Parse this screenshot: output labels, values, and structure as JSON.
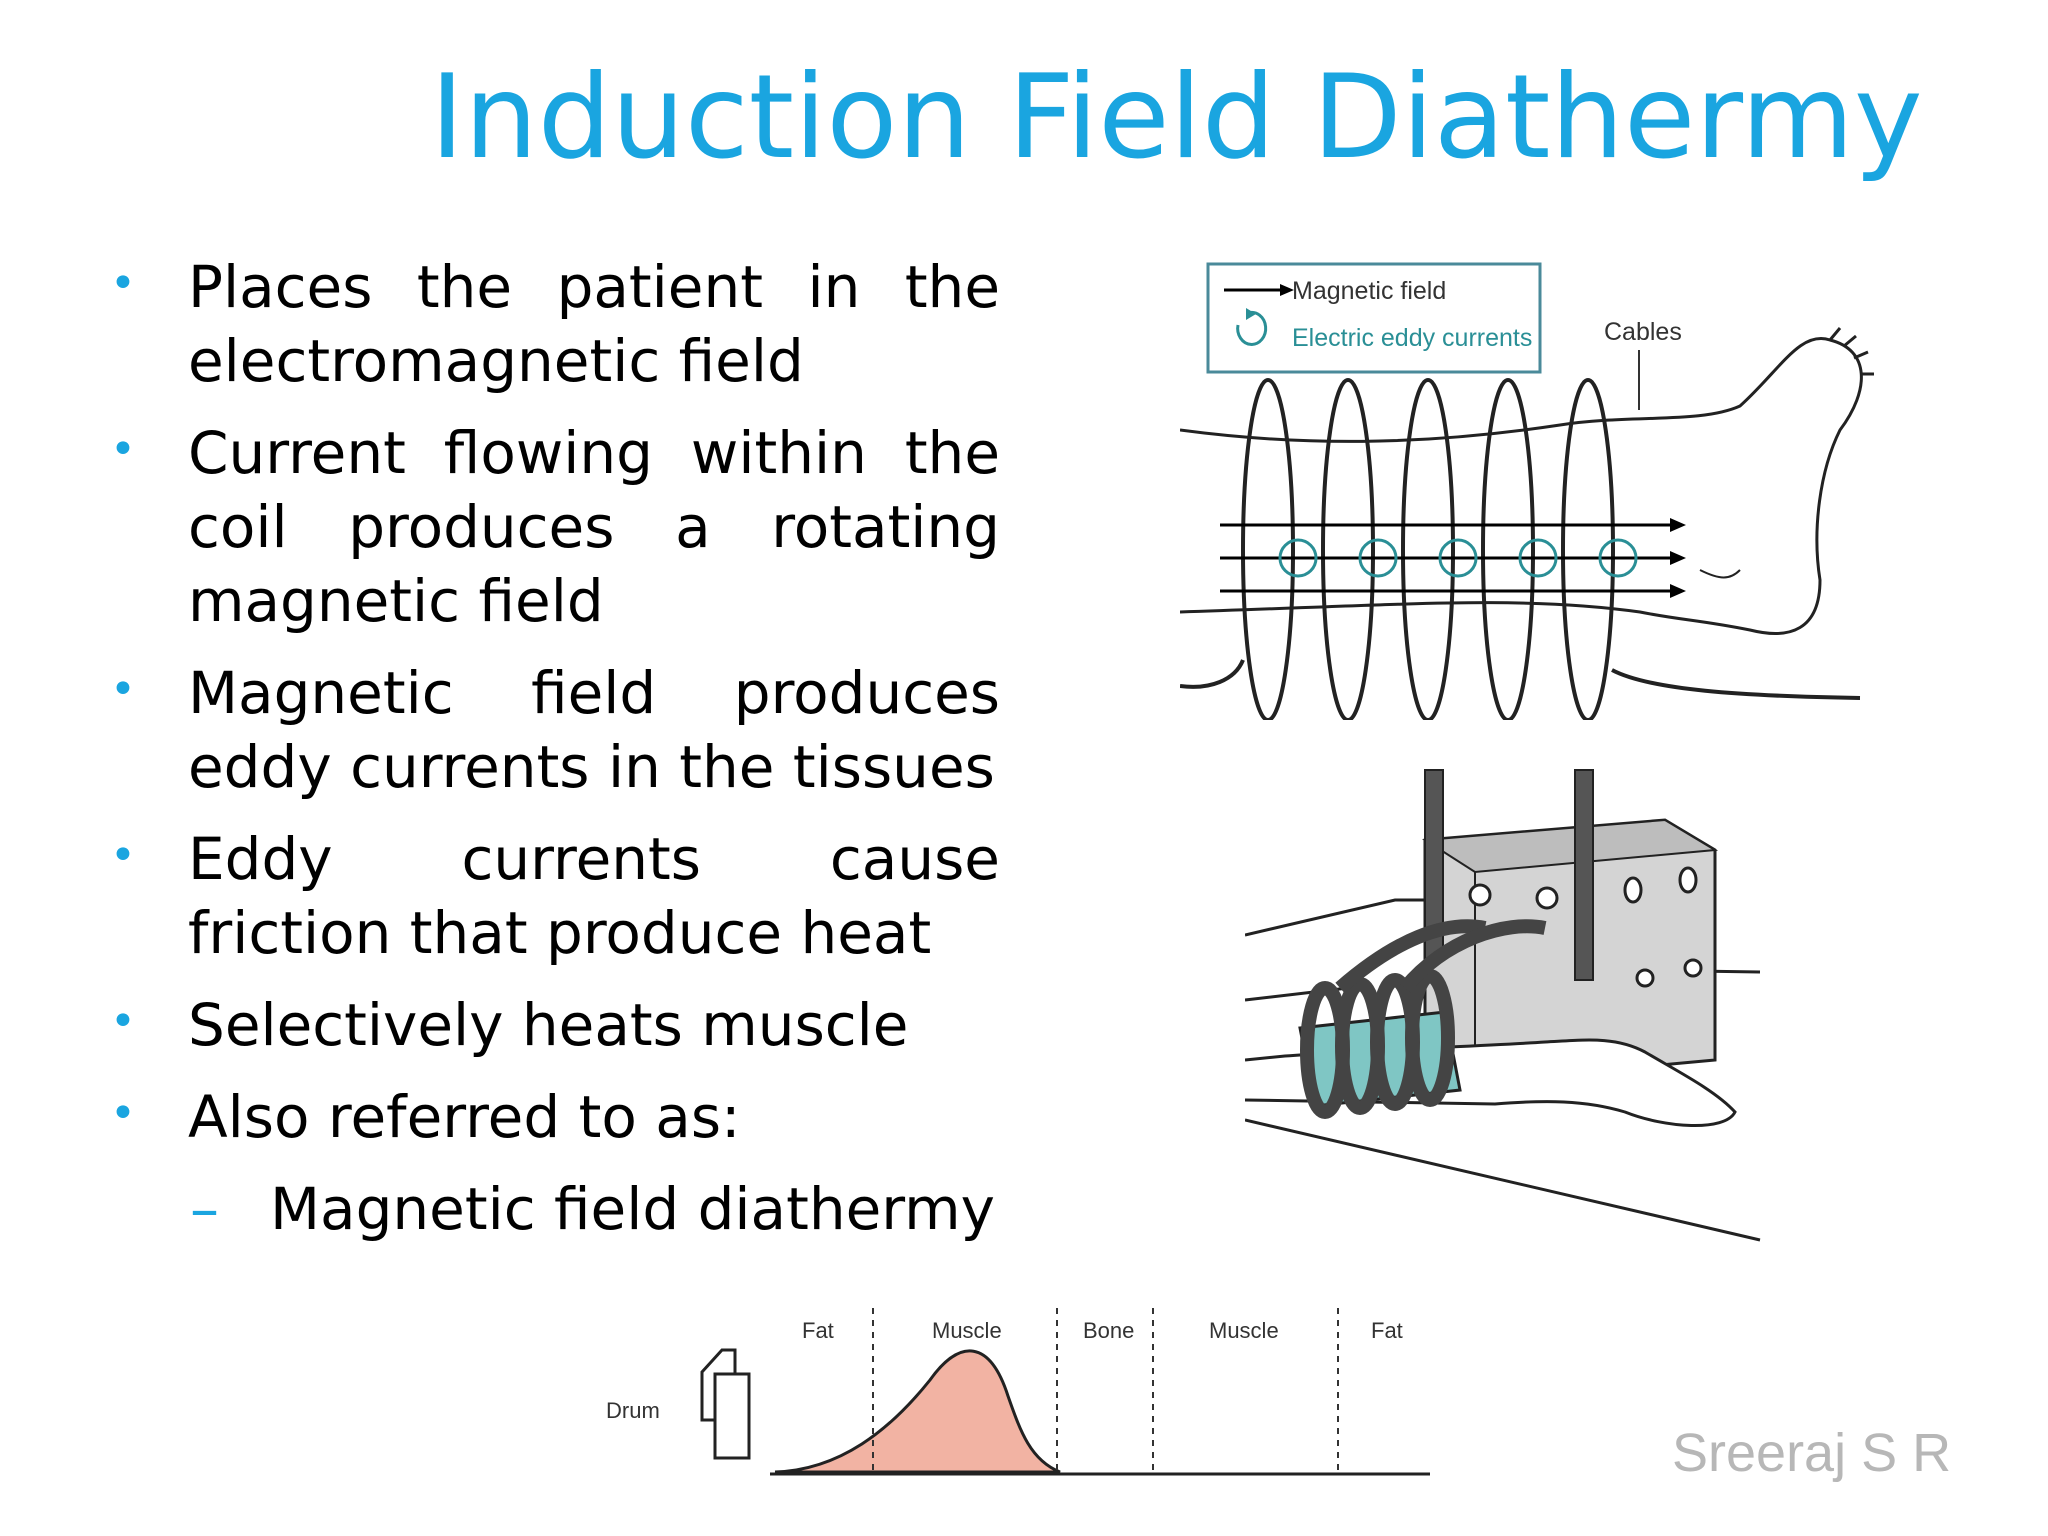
{
  "slide": {
    "title": "Induction Field Diathermy",
    "bullets": [
      "Places the patient in the electromagnetic field",
      "Current flowing within the coil produces a rotating magnetic field",
      "Magnetic field produces eddy currents in the tissues",
      "Eddy currents cause friction that produce heat",
      "Selectively heats muscle",
      "Also referred to as:"
    ],
    "sub_bullets": [
      "Magnetic field diathermy"
    ],
    "watermark": "Sreeraj S R"
  },
  "figures": {
    "coil": {
      "legend_magnetic": "Magnetic field",
      "legend_eddy": "Electric eddy currents",
      "cables_label": "Cables"
    },
    "heating_profile": {
      "drum_label": "Drum",
      "layers": [
        "Fat",
        "Muscle",
        "Bone",
        "Muscle",
        "Fat"
      ]
    }
  },
  "colors": {
    "accent": "#1aa5e0",
    "eddy": "#2a8f96",
    "heat_fill": "#f2b3a3",
    "cuff": "#7fc6c4"
  }
}
